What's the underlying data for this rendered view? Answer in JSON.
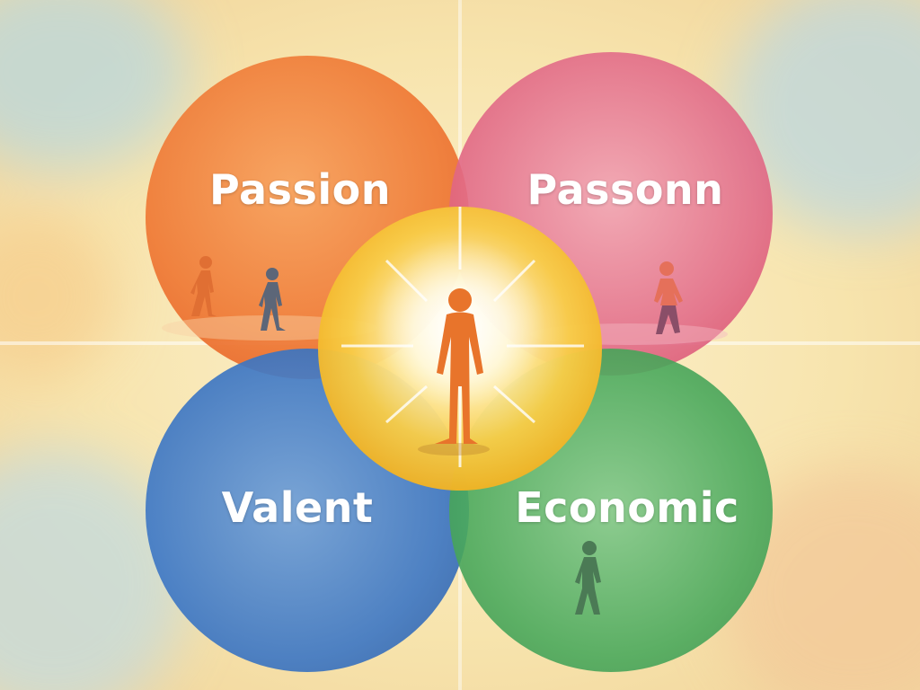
{
  "diagram": {
    "circles": [
      {
        "id": "top-left",
        "label": "Passion",
        "color": "#ef7a36"
      },
      {
        "id": "top-right",
        "label": "Passonn",
        "color": "#e0607e"
      },
      {
        "id": "bottom-left",
        "label": "Valent",
        "color": "#3f78c4"
      },
      {
        "id": "bottom-right",
        "label": "Economic",
        "color": "#4aa95c"
      },
      {
        "id": "center",
        "label": "",
        "color": "#f6c12f"
      }
    ],
    "figures": [
      {
        "icon": "walking-person-icon",
        "color": "#e06f33"
      },
      {
        "icon": "walking-person-icon",
        "color": "#5c6678"
      },
      {
        "icon": "walking-person-icon",
        "color": "#e5705a"
      },
      {
        "icon": "walking-person-icon",
        "color": "#4b7a55"
      },
      {
        "icon": "standing-person-icon",
        "color": "#e8742b"
      }
    ],
    "background_color": "#f7e7b7"
  }
}
